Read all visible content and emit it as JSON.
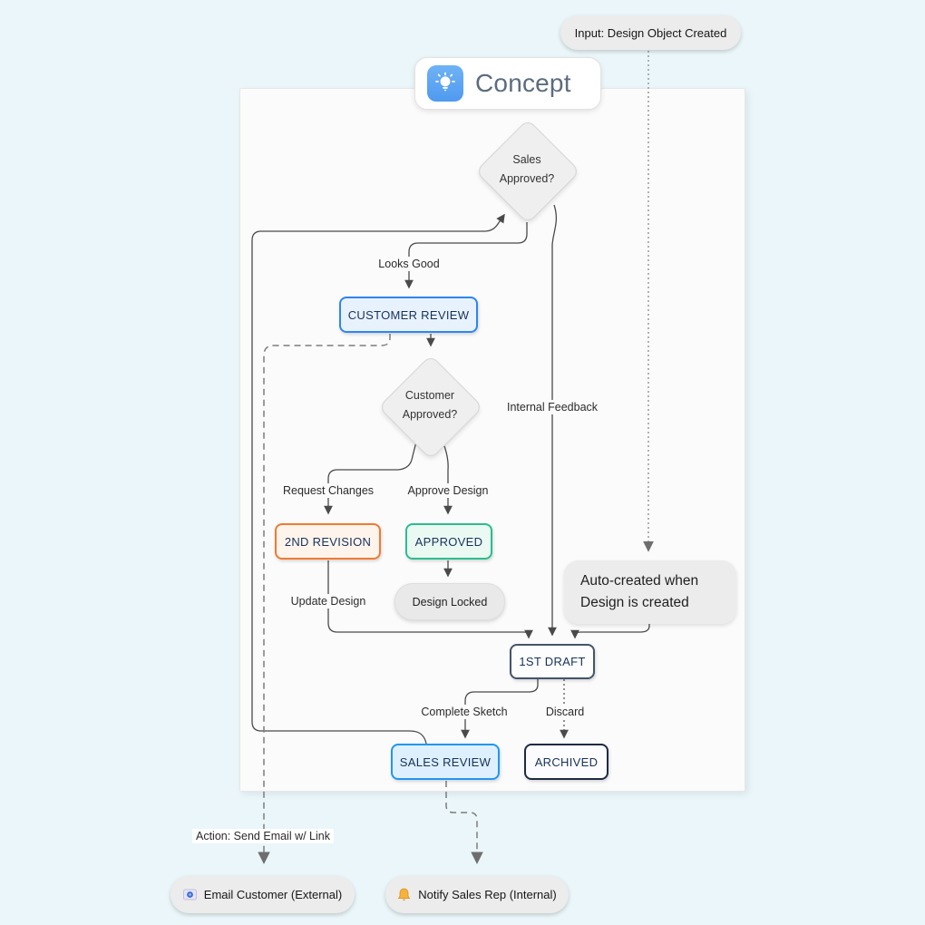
{
  "title": {
    "label": "Concept",
    "icon": "lightbulb-icon",
    "icon_bg": "#55a0f1"
  },
  "input_pill": {
    "label": "Input: Design Object Created"
  },
  "note": {
    "line1": "Auto-created when",
    "line2": "Design is created"
  },
  "decisions": {
    "sales_approved": {
      "line1": "Sales",
      "line2": "Approved?"
    },
    "customer_approved": {
      "line1": "Customer",
      "line2": "Approved?"
    }
  },
  "nodes": {
    "customer_review": {
      "label": "CUSTOMER REVIEW",
      "border": "#2e86f0",
      "fill": "#e8f2fd"
    },
    "second_revision": {
      "label": "2ND REVISION",
      "border": "#f07a33",
      "fill": "#fff4ec"
    },
    "approved": {
      "label": "APPROVED",
      "border": "#2bbd8e",
      "fill": "#eafaf3"
    },
    "design_locked": {
      "label": "Design Locked",
      "fill": "#e9e9e9"
    },
    "first_draft": {
      "label": "1ST DRAFT",
      "border": "#44546a",
      "fill": "#fdfdfd"
    },
    "sales_review": {
      "label": "SALES REVIEW",
      "border": "#2196f3",
      "fill": "#def0fd"
    },
    "archived": {
      "label": "ARCHIVED",
      "border": "#1e2a44",
      "fill": "#fcfcfe"
    }
  },
  "edge_labels": {
    "looks_good": "Looks Good",
    "internal_feedback": "Internal Feedback",
    "request_changes": "Request Changes",
    "approve_design": "Approve Design",
    "update_design": "Update Design",
    "complete_sketch": "Complete Sketch",
    "discard": "Discard",
    "action_send_email": "Action: Send Email w/ Link"
  },
  "actions": {
    "email_customer": {
      "label": "Email Customer (External)",
      "icon": "email-icon"
    },
    "notify_sales_rep": {
      "label": "Notify Sales Rep (Internal)",
      "icon": "bell-icon"
    }
  },
  "colors": {
    "page_bg": "#eaf6f9",
    "panel_bg": "#fbfbfb",
    "edge": "#4a4a4a",
    "dashed_edge": "#7d7d7d",
    "node_text": "#16325c",
    "title_text": "#5c6c7e"
  }
}
